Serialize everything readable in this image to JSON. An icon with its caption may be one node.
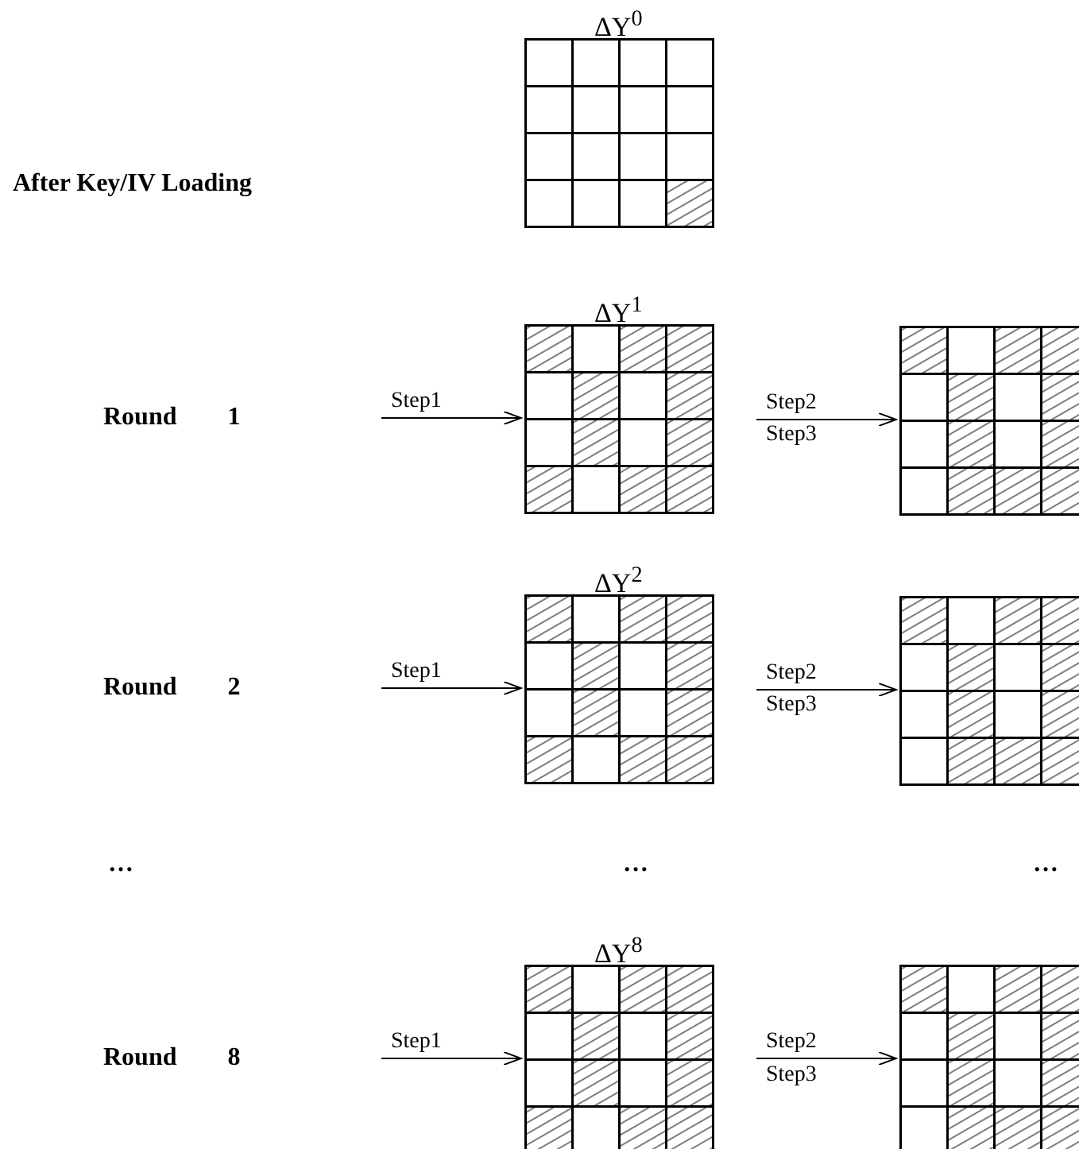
{
  "diagram": {
    "nodes": [
      {
        "text": [
          "ΔY$^{0}$"
        ]
      },
      {
        "text": [
          "ΔY$^{1}$"
        ]
      },
      {
        "text": [],
        "shape": "grid"
      },
      {
        "text": [
          "ΔY$^{2}$"
        ]
      },
      {
        "text": [],
        "shape": "grid"
      },
      {
        "text": [
          "ΔY$^{8}$"
        ]
      },
      {
        "text": [],
        "shape": "grid"
      }
    ],
    "edges": [
      {
        "from": null,
        "to": 1,
        "arrow": "to",
        "label": "Step1"
      },
      {
        "from": 1,
        "to": 2,
        "arrow": "to",
        "label": "Step2"
      },
      {
        "from": null,
        "to": 3,
        "arrow": "to",
        "label": "Step1"
      },
      {
        "from": 3,
        "to": 4,
        "arrow": "to",
        "label": "Step2"
      },
      {
        "from": null,
        "to": 5,
        "arrow": "to",
        "label": "Step1"
      },
      {
        "from": 5,
        "to": 6,
        "arrow": "to",
        "label": "Step2"
      }
    ],
    "labels": [
      "After Key/IV Loading",
      "Round 1",
      "Step3",
      "Round 2",
      "Step3",
      "…",
      "…",
      "…",
      "Round 8",
      "Step3"
    ]
  }
}
